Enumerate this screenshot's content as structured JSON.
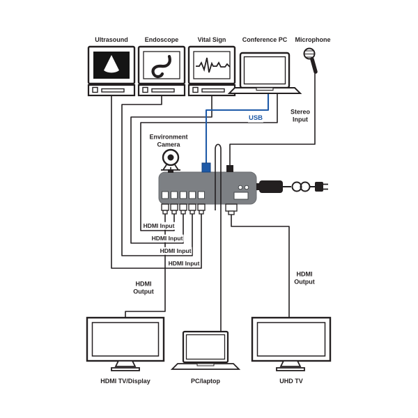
{
  "devices": {
    "ultrasound": "Ultrasound",
    "endoscope": "Endoscope",
    "vital_sign": "Vital Sign",
    "conference_pc": "Conference PC",
    "microphone": "Microphone",
    "environment_camera": {
      "line1": "Environment",
      "line2": "Camera"
    },
    "hdmi_tv": "HDMI TV/Display",
    "pc_laptop": "PC/laptop",
    "uhd_tv": "UHD TV"
  },
  "cables": {
    "usb": "USB",
    "stereo_input": {
      "line1": "Stereo",
      "line2": "Input"
    },
    "hdmi_inputs": [
      "HDMI Input",
      "HDMI Input",
      "HDMI Input",
      "HDMI Input"
    ],
    "hdmi_output_left": {
      "line1": "HDMI",
      "line2": "Output"
    },
    "hdmi_output_right": {
      "line1": "HDMI",
      "line2": "Output"
    }
  },
  "colors": {
    "line": "#231f20",
    "usb_blue": "#1e5aa8",
    "device_gray": "#7d8084"
  }
}
